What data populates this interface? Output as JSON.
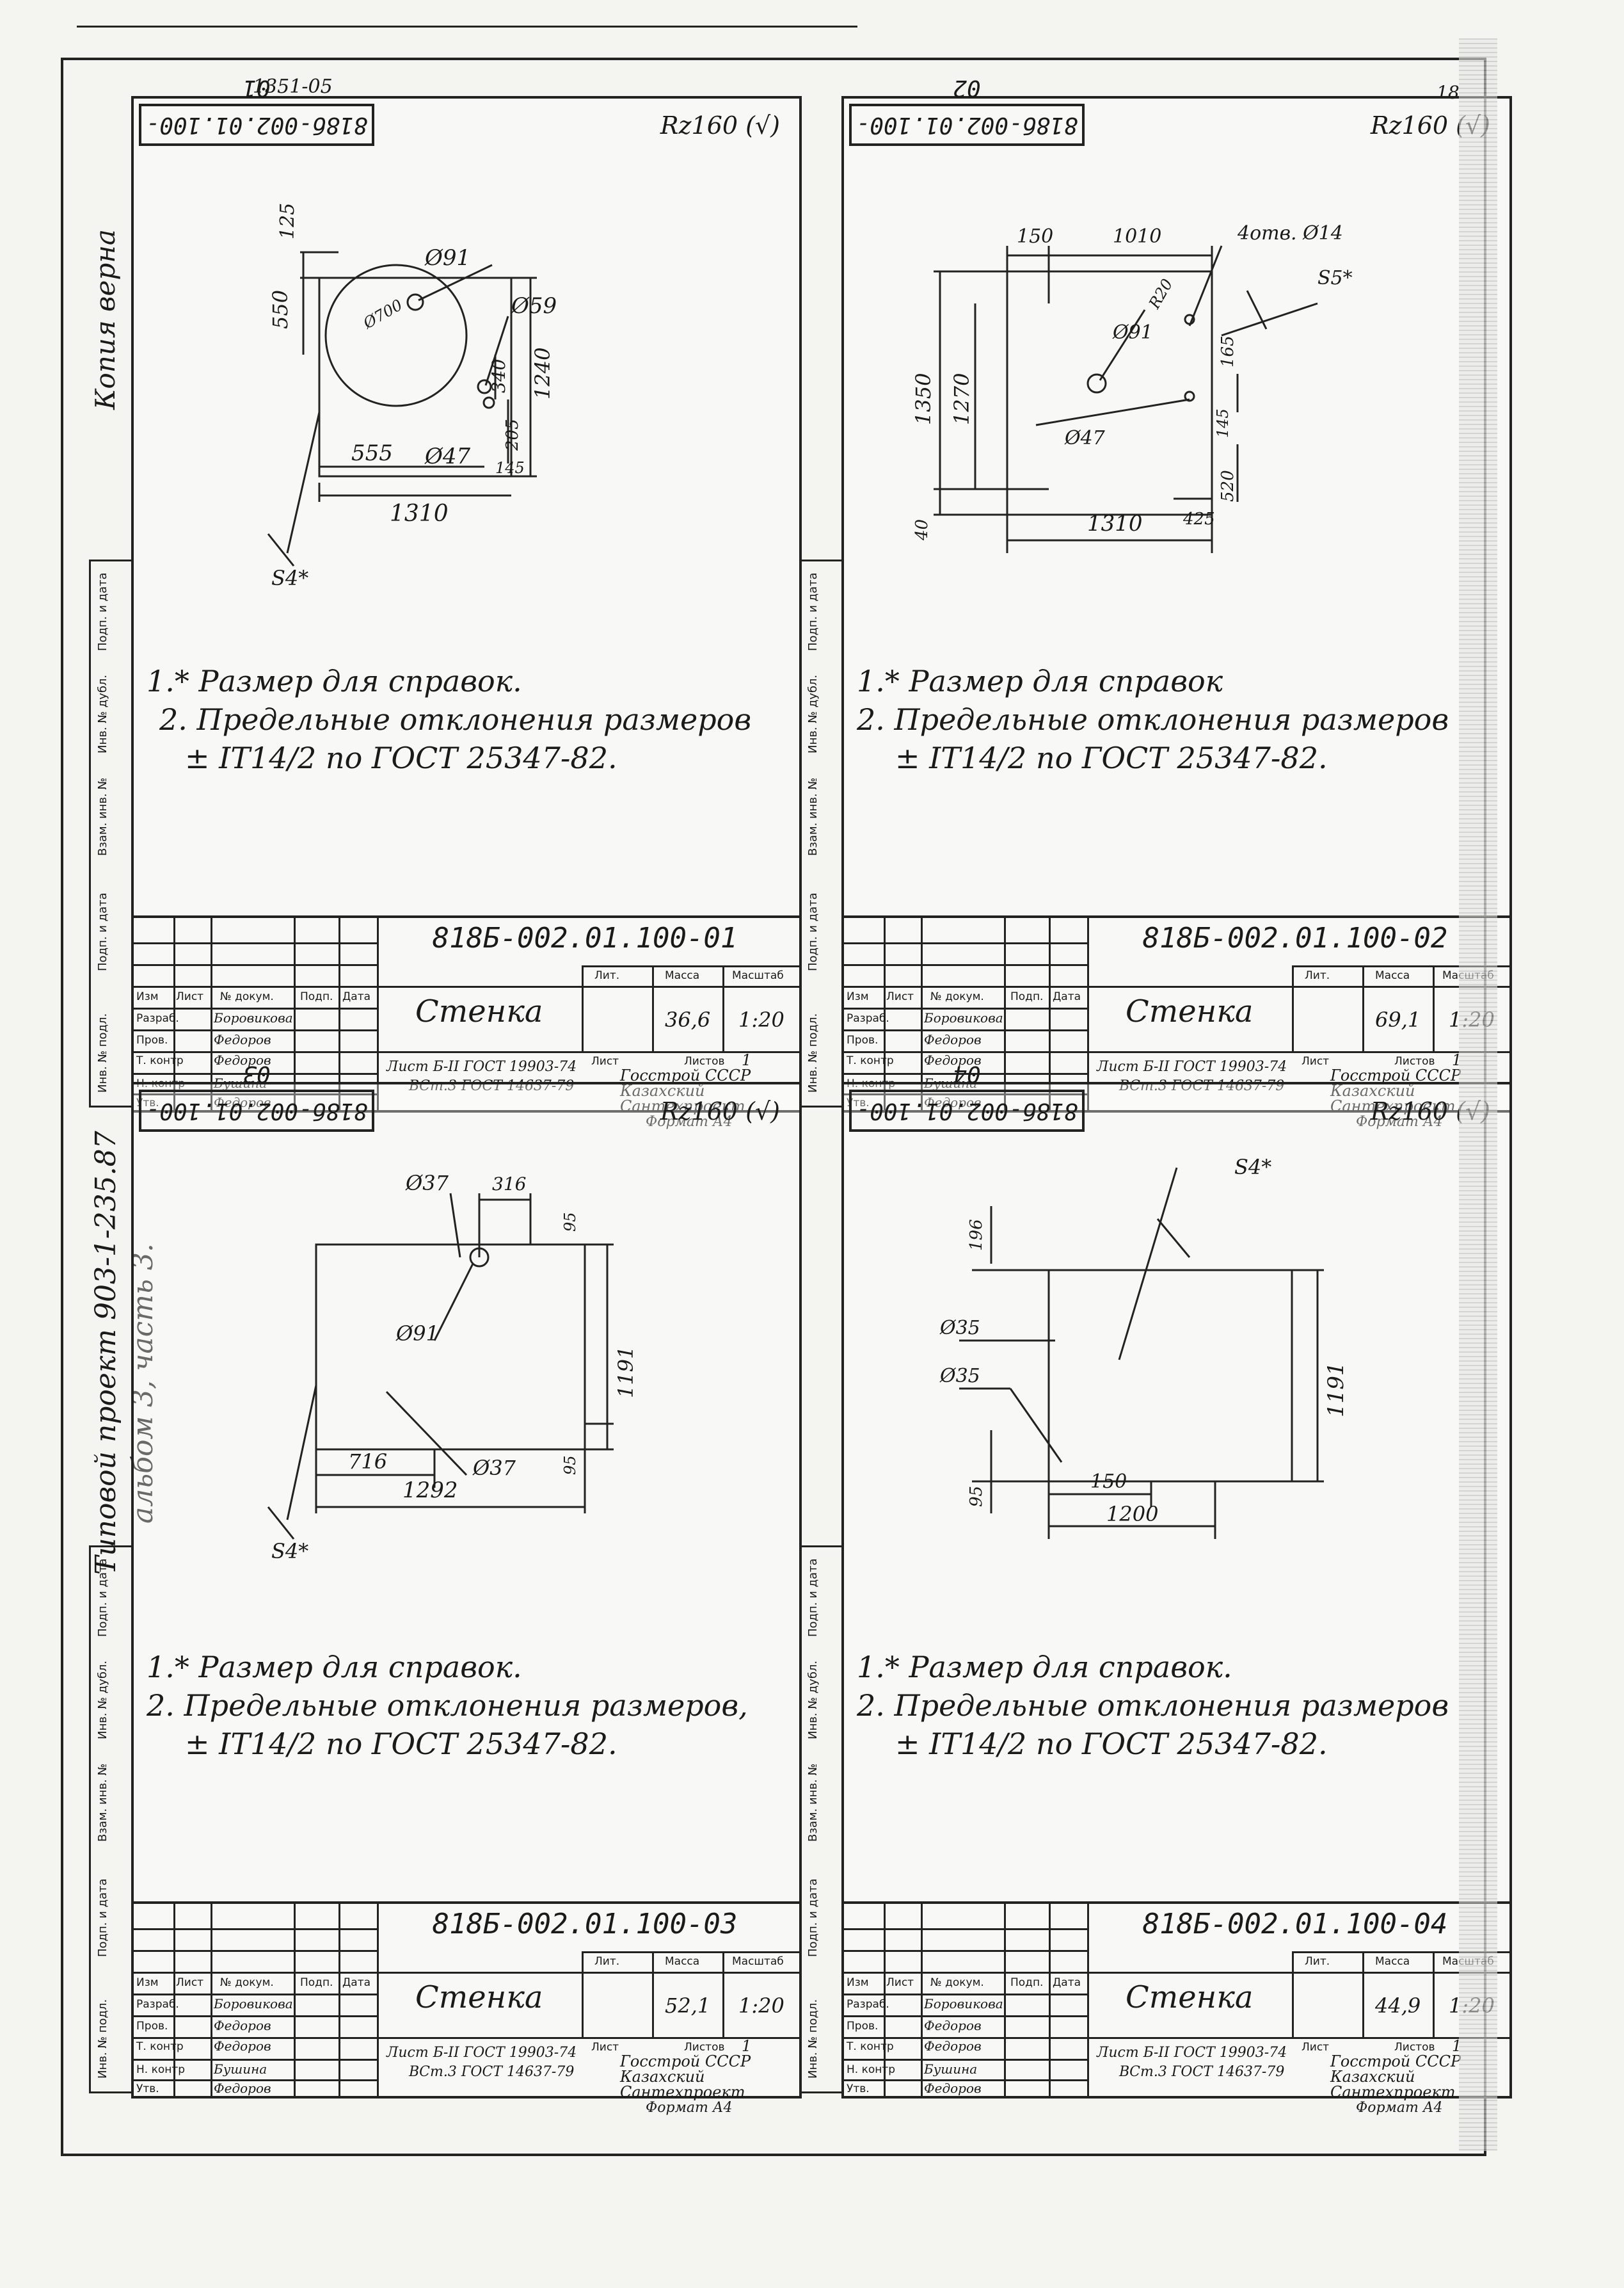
{
  "header_note": "1351-05",
  "corner_number": "18",
  "left_margin_top": "Копия верна",
  "left_margin_bottom_line1": "Типовой проект 903-1-235.87",
  "left_margin_bottom_line2": "альбом 3, часть 3.",
  "strip_labels": [
    "Подп. и дата",
    "Инв. № дубл.",
    "Взам. инв. №",
    "Подп. и дата",
    "Инв. № подл."
  ],
  "table_headers": {
    "izm": "Изм",
    "list": "Лист",
    "doc": "№ докум.",
    "podp": "Подп.",
    "date": "Дата",
    "razrab": "Разраб.",
    "prov": "Пров.",
    "tkontr": "Т. контр",
    "nkontr": "Н. контр",
    "utv": "Утв.",
    "lit": "Лит.",
    "massa": "Масса",
    "masshtab": "Масштаб",
    "list2": "Лист",
    "listov": "Листов"
  },
  "panels": [
    {
      "doc_number": "818б-002.01.100-01",
      "roughness": "Rz160 (√)",
      "dims": [
        "125",
        "550",
        "1240",
        "Ø91",
        "Ø59",
        "340",
        "205",
        "555",
        "Ø47",
        "145",
        "1310",
        "S4*",
        "Ø700"
      ],
      "notes": [
        "1.* Размер для справок.",
        "2. Предельные отклонения размеров",
        "± IT14/2 по ГОСТ 25347-82."
      ],
      "code": "818Б-002.01.100-01",
      "name": "Стенка",
      "mass": "36,6",
      "scale": "1:20",
      "sheets": "1",
      "material_1": "Лист Б-II ГОСТ 19903-74",
      "material_2": "ВСт.3 ГОСТ 14637-79",
      "org_1": "Госстрой СССР",
      "org_2": "Казахский",
      "org_3": "Сантехпроект",
      "format": "Формат А4",
      "people": [
        "Боровикова",
        "Федоров",
        "Федоров",
        "Бушина",
        "Федоров"
      ]
    },
    {
      "doc_number": "818б-002.01.100-02",
      "roughness": "Rz160 (√)",
      "dims": [
        "150",
        "1010",
        "4отв. Ø14",
        "S5*",
        "R20",
        "Ø91",
        "1350",
        "1270",
        "165",
        "Ø47",
        "145",
        "520",
        "40",
        "425",
        "1310"
      ],
      "notes": [
        "1.* Размер для справок",
        "2. Предельные отклонения размеров",
        "± IT14/2 по ГОСТ 25347-82."
      ],
      "code": "818Б-002.01.100-02",
      "name": "Стенка",
      "mass": "69,1",
      "scale": "1:20",
      "sheets": "1",
      "material_1": "Лист Б-II ГОСТ 19903-74",
      "material_2": "ВСт.3 ГОСТ 14637-79",
      "org_1": "Госстрой СССР",
      "org_2": "Казахский",
      "org_3": "Сантехпроект",
      "format": "Формат А4",
      "people": [
        "Боровикова",
        "Федоров",
        "Федоров",
        "Бушина",
        "Федоров"
      ]
    },
    {
      "doc_number": "818б-002.01.100-03",
      "roughness": "Rz160 (√)",
      "dims": [
        "Ø37",
        "316",
        "95",
        "Ø91",
        "1191",
        "716",
        "Ø37",
        "95",
        "1292",
        "S4*"
      ],
      "notes": [
        "1.* Размер для справок.",
        "2. Предельные отклонения размеров,",
        "± IT14/2 по ГОСТ 25347-82."
      ],
      "code": "818Б-002.01.100-03",
      "name": "Стенка",
      "mass": "52,1",
      "scale": "1:20",
      "sheets": "1",
      "material_1": "Лист Б-II ГОСТ 19903-74",
      "material_2": "ВСт.3 ГОСТ 14637-79",
      "org_1": "Госстрой СССР",
      "org_2": "Казахский",
      "org_3": "Сантехпроект",
      "format": "Формат А4",
      "people": [
        "Боровикова",
        "Федоров",
        "Федоров",
        "Бушина",
        "Федоров"
      ]
    },
    {
      "doc_number": "818б-002.01.100-04",
      "roughness": "Rz160 (√)",
      "dims": [
        "S4*",
        "196",
        "Ø35",
        "Ø35",
        "1191",
        "95",
        "150",
        "1200"
      ],
      "notes": [
        "1.* Размер для справок.",
        "2. Предельные отклонения размеров",
        "± IT14/2 по ГОСТ 25347-82."
      ],
      "code": "818Б-002.01.100-04",
      "name": "Стенка",
      "mass": "44,9",
      "scale": "1:20",
      "sheets": "1",
      "material_1": "Лист Б-II ГОСТ 19903-74",
      "material_2": "ВСт.3 ГОСТ 14637-79",
      "org_1": "Госстрой СССР",
      "org_2": "Казахский",
      "org_3": "Сантехпроект",
      "format": "Формат А4",
      "people": [
        "Боровикова",
        "Федоров",
        "Федоров",
        "Бушина",
        "Федоров"
      ]
    }
  ]
}
